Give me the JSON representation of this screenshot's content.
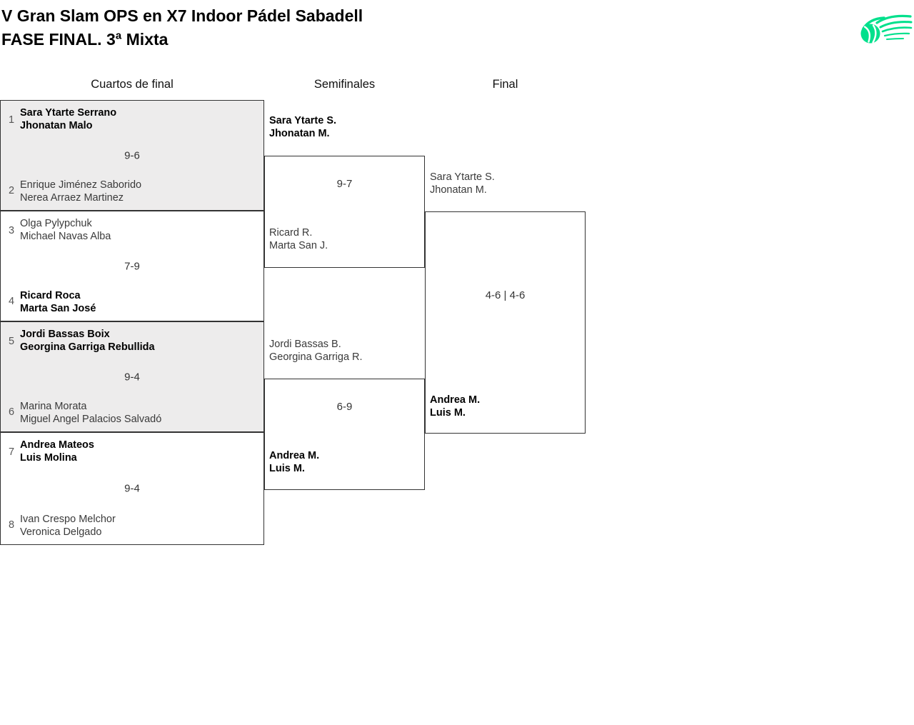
{
  "header": {
    "title_line1": "V Gran Slam OPS en X7 Indoor Pádel Sabadell",
    "title_line2": "FASE FINAL. 3ª Mixta",
    "logo": "padel-ball-swoosh-logo"
  },
  "columns": {
    "quarterfinals": "Cuartos de final",
    "semifinals": "Semifinales",
    "final": "Final"
  },
  "bracket": {
    "quarterfinals": [
      {
        "seed1": "1",
        "team1": {
          "line1": "Sara Ytarte Serrano",
          "line2": "Jhonatan Malo",
          "winner": true
        },
        "score": "9-6",
        "seed2": "2",
        "team2": {
          "line1": "Enrique Jiménez Saborido",
          "line2": "Nerea Arraez Martinez",
          "winner": false
        },
        "shaded": true
      },
      {
        "seed1": "3",
        "team1": {
          "line1": "Olga Pylypchuk",
          "line2": "Michael Navas Alba",
          "winner": false
        },
        "score": "7-9",
        "seed2": "4",
        "team2": {
          "line1": "Ricard Roca",
          "line2": "Marta San José",
          "winner": true
        },
        "shaded": false
      },
      {
        "seed1": "5",
        "team1": {
          "line1": "Jordi Bassas Boix",
          "line2": "Georgina Garriga Rebullida",
          "winner": true
        },
        "score": "9-4",
        "seed2": "6",
        "team2": {
          "line1": "Marina Morata",
          "line2": "Miguel Angel Palacios Salvadó",
          "winner": false
        },
        "shaded": true
      },
      {
        "seed1": "7",
        "team1": {
          "line1": "Andrea Mateos",
          "line2": "Luis Molina",
          "winner": true
        },
        "score": "9-4",
        "seed2": "8",
        "team2": {
          "line1": "Ivan Crespo Melchor",
          "line2": "Veronica Delgado",
          "winner": false
        },
        "shaded": false
      }
    ],
    "semifinals": [
      {
        "team1": {
          "line1": "Sara Ytarte S.",
          "line2": "Jhonatan M.",
          "winner": true
        },
        "score": "9-7",
        "team2": {
          "line1": "Ricard R.",
          "line2": "Marta San J.",
          "winner": false
        }
      },
      {
        "team1": {
          "line1": "Jordi Bassas B.",
          "line2": "Georgina Garriga R.",
          "winner": false
        },
        "score": "6-9",
        "team2": {
          "line1": "Andrea M.",
          "line2": "Luis M.",
          "winner": true
        }
      }
    ],
    "final": {
      "team1": {
        "line1": "Sara Ytarte S.",
        "line2": "Jhonatan M.",
        "winner": false
      },
      "score": "4-6 | 4-6",
      "team2": {
        "line1": "Andrea M.",
        "line2": "Luis M.",
        "winner": true
      }
    }
  },
  "colors": {
    "accent_green": "#00e08c",
    "border": "#333333",
    "shaded_box": "#edecec"
  }
}
